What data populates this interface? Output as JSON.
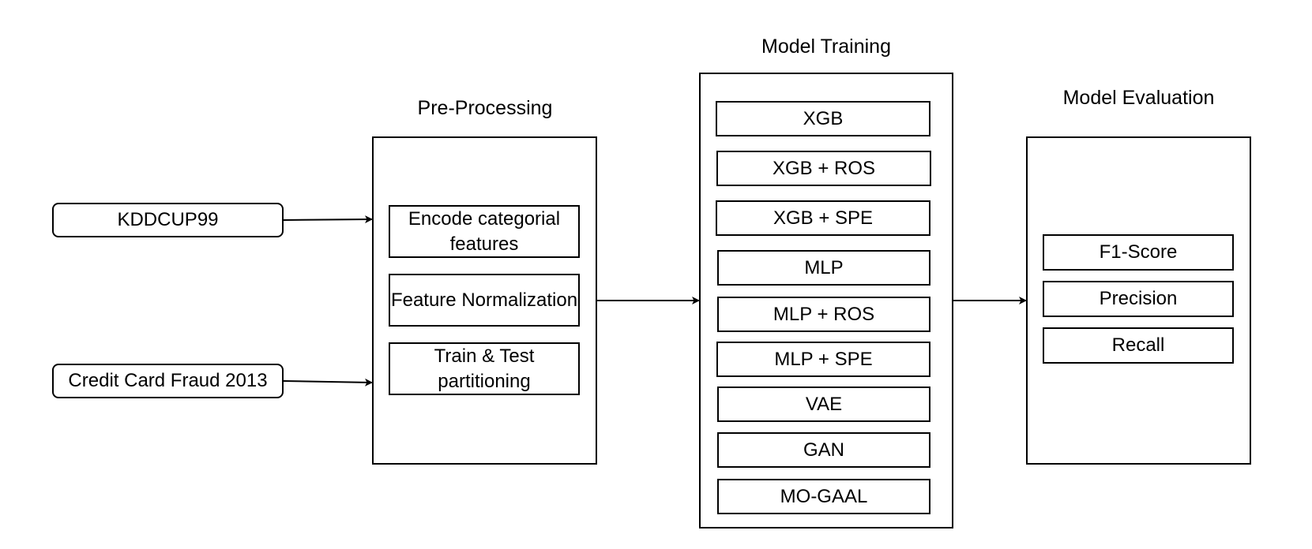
{
  "datasets": {
    "kdd": "KDDCUP99",
    "credit": "Credit Card Fraud 2013"
  },
  "preprocessing": {
    "title": "Pre-Processing",
    "steps": [
      "Encode categorial features",
      "Feature Normalization",
      "Train & Test partitioning"
    ]
  },
  "training": {
    "title": "Model Training",
    "models": [
      "XGB",
      "XGB + ROS",
      "XGB + SPE",
      "MLP",
      "MLP + ROS",
      "MLP + SPE",
      "VAE",
      "GAN",
      "MO-GAAL"
    ]
  },
  "evaluation": {
    "title": "Model Evaluation",
    "metrics": [
      "F1-Score",
      "Precision",
      "Recall"
    ]
  }
}
